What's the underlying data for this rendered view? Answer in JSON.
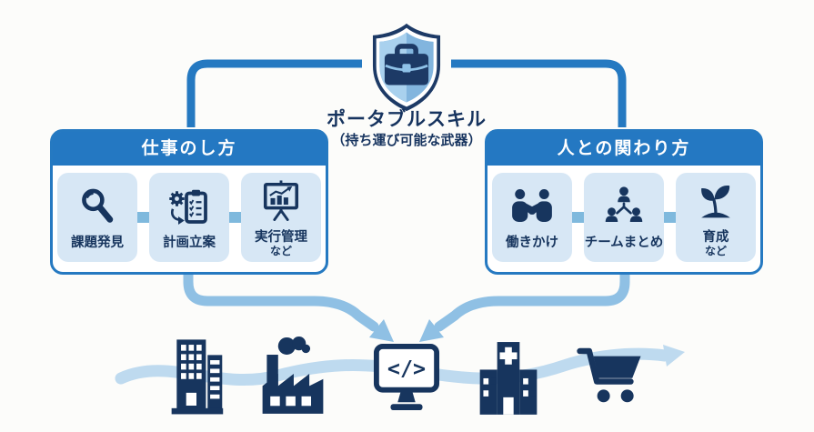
{
  "diagram": {
    "title": "ポータブルスキル",
    "subtitle": "（持ち運び可能な武器）",
    "shield_icon": "shield-briefcase-icon"
  },
  "left_box": {
    "header": "仕事のし方",
    "cards": [
      {
        "label": "課題発見",
        "note": "",
        "icon": "magnifier-icon"
      },
      {
        "label": "計画立案",
        "note": "",
        "icon": "gear-clipboard-icon"
      },
      {
        "label": "実行管理",
        "note": "など",
        "icon": "presentation-chart-icon"
      }
    ]
  },
  "right_box": {
    "header": "人との関わり方",
    "cards": [
      {
        "label": "働きかけ",
        "note": "",
        "icon": "handshake-icon"
      },
      {
        "label": "チームまとめ",
        "note": "",
        "icon": "team-org-icon"
      },
      {
        "label": "育成",
        "note": "など",
        "icon": "sprout-icon"
      }
    ]
  },
  "industries": {
    "items": [
      {
        "icon": "office-building-icon"
      },
      {
        "icon": "factory-icon"
      },
      {
        "icon": "monitor-code-icon",
        "code_text": "</>"
      },
      {
        "icon": "hospital-icon"
      },
      {
        "icon": "shopping-cart-icon"
      }
    ]
  },
  "colors": {
    "primary_blue": "#2478c2",
    "navy": "#17355e",
    "card_bg": "#d7e7f5",
    "connector_blue": "#7fb9dd",
    "arrow_blue": "#8fc0e4",
    "wave_blue": "#bedaef",
    "shield_light": "#a9d1ee",
    "shield_mid": "#82b5de",
    "background": "#fcfcfa"
  }
}
